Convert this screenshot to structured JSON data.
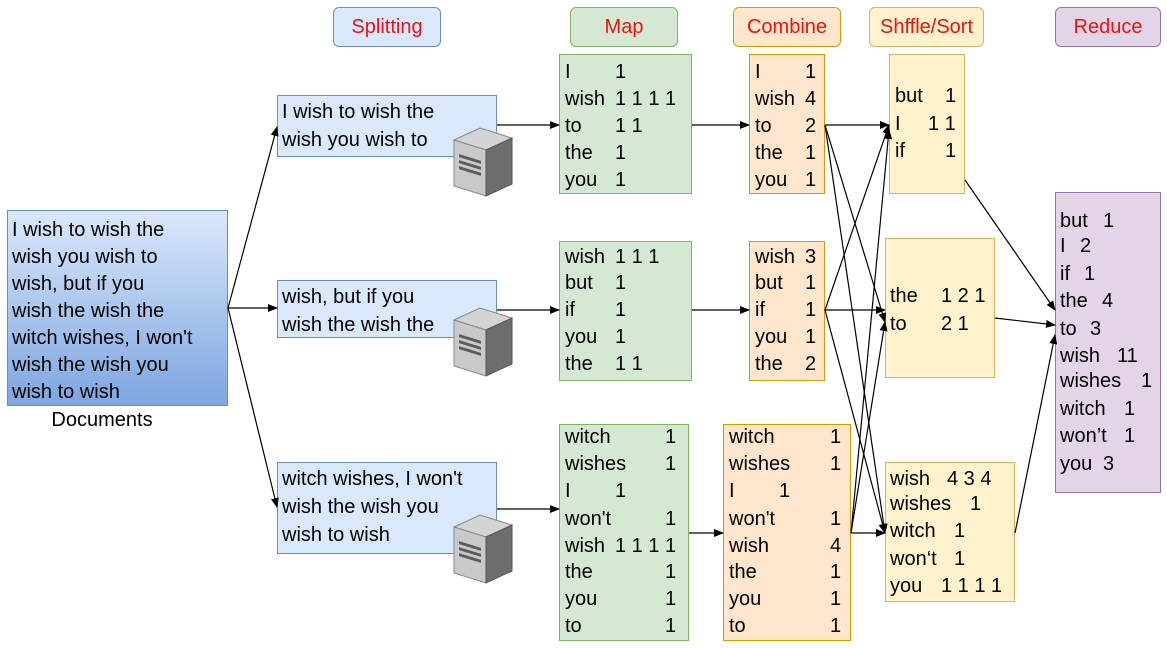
{
  "headers": {
    "splitting": "Splitting",
    "map": "Map",
    "combine": "Combine",
    "shuffle": "Shffle/Sort",
    "reduce": "Reduce"
  },
  "documents": {
    "text": "I wish to wish the\nwish you wish to\nwish, but if you\nwish the wish the\nwitch wishes, I won't\nwish the wish you\nwish to wish",
    "caption": "Documents"
  },
  "splits": [
    "I wish to wish the\nwish you wish to",
    "wish, but if you\nwish the wish the",
    "witch wishes, I won't\nwish the wish you\nwish to wish"
  ],
  "map": [
    [
      {
        "word": "I",
        "count": "1"
      },
      {
        "word": "wish",
        "count": "1 1 1 1"
      },
      {
        "word": "to",
        "count": "1 1"
      },
      {
        "word": "the",
        "count": "1"
      },
      {
        "word": "you",
        "count": "1"
      }
    ],
    [
      {
        "word": "wish",
        "count": "1 1 1"
      },
      {
        "word": "but",
        "count": "1"
      },
      {
        "word": "if",
        "count": "1"
      },
      {
        "word": "you",
        "count": "1"
      },
      {
        "word": "the",
        "count": "1 1"
      }
    ],
    [
      {
        "word": "witch",
        "count": "1"
      },
      {
        "word": "wishes",
        "count": "1"
      },
      {
        "word": "I",
        "count": "1"
      },
      {
        "word": "won't",
        "count": "1"
      },
      {
        "word": "wish",
        "count": "1 1 1 1"
      },
      {
        "word": "the",
        "count": "1"
      },
      {
        "word": "you",
        "count": "1"
      },
      {
        "word": "to",
        "count": "1"
      }
    ]
  ],
  "combine": [
    [
      {
        "word": "I",
        "count": "1"
      },
      {
        "word": "wish",
        "count": "4"
      },
      {
        "word": "to",
        "count": "2"
      },
      {
        "word": "the",
        "count": "1"
      },
      {
        "word": "you",
        "count": "1"
      }
    ],
    [
      {
        "word": "wish",
        "count": "3"
      },
      {
        "word": "but",
        "count": "1"
      },
      {
        "word": "if",
        "count": "1"
      },
      {
        "word": "you",
        "count": "1"
      },
      {
        "word": "the",
        "count": "2"
      }
    ],
    [
      {
        "word": "witch",
        "count": "1"
      },
      {
        "word": "wishes",
        "count": "1"
      },
      {
        "word": "I",
        "count": "1"
      },
      {
        "word": "won't",
        "count": "1"
      },
      {
        "word": "wish",
        "count": "4"
      },
      {
        "word": "the",
        "count": "1"
      },
      {
        "word": "you",
        "count": "1"
      },
      {
        "word": "to",
        "count": "1"
      }
    ]
  ],
  "shuffle": [
    [
      {
        "word": "but",
        "count": "1"
      },
      {
        "word": "I",
        "count": "1 1"
      },
      {
        "word": "if",
        "count": "1"
      }
    ],
    [
      {
        "word": "the",
        "count": "1 2 1"
      },
      {
        "word": "to",
        "count": "2 1"
      }
    ],
    [
      {
        "word": "wish",
        "count": "4 3 4"
      },
      {
        "word": "wishes",
        "count": "1"
      },
      {
        "word": "witch",
        "count": "1"
      },
      {
        "word": "won‘t",
        "count": "1"
      },
      {
        "word": "you",
        "count": "1 1 1 1"
      }
    ]
  ],
  "reduce": [
    {
      "word": "but",
      "count": "1"
    },
    {
      "word": "I",
      "count": "2"
    },
    {
      "word": "if",
      "count": "1"
    },
    {
      "word": "the",
      "count": "4"
    },
    {
      "word": "to",
      "count": "3"
    },
    {
      "word": "wish",
      "count": "11"
    },
    {
      "word": "wishes",
      "count": "1"
    },
    {
      "word": "witch",
      "count": "1"
    },
    {
      "word": "won’t",
      "count": "1"
    },
    {
      "word": "you",
      "count": "3"
    }
  ],
  "colors": {
    "header_text": "#ee1111",
    "blue": "#dae8fc",
    "green": "#d5e8d4",
    "orange": "#ffe6cc",
    "yellow": "#fff2cc",
    "purple": "#e1d5e7"
  }
}
